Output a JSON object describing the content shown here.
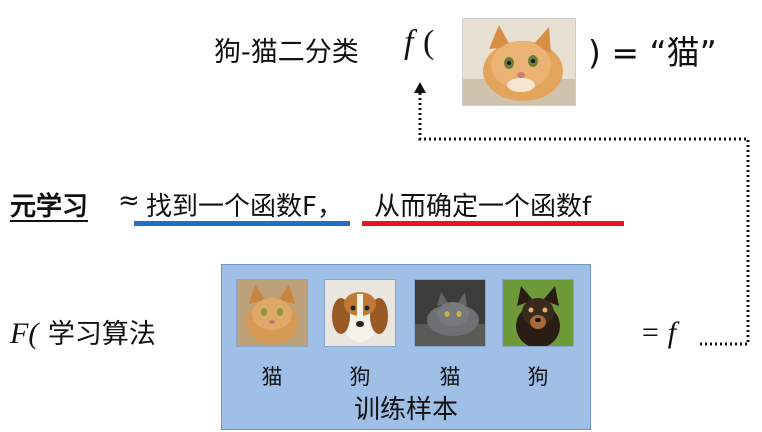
{
  "top_equation": {
    "task_label": "狗-猫二分类",
    "func_name": "f",
    "open_paren": "(",
    "close_result": ") = “猫”"
  },
  "meta_learning": {
    "label": "元学习",
    "approx": "≈",
    "part1": "找到一个函数F，",
    "part2": "从而确定一个函数f",
    "underline_colors": [
      "#1f6fc2",
      "#e8141e"
    ]
  },
  "learning_algorithm": {
    "func_name": "F(",
    "label": "学习算法"
  },
  "training_samples": {
    "caption": "训练样本",
    "samples": [
      {
        "label": "猫",
        "icon": "cat-photo"
      },
      {
        "label": "狗",
        "icon": "dog-photo"
      },
      {
        "label": "猫",
        "icon": "cat-photo"
      },
      {
        "label": "狗",
        "icon": "dog-photo"
      }
    ]
  },
  "result": {
    "text": "= f"
  },
  "colors": {
    "training_box": "#9fbfe6",
    "blue_line": "#1f6fc2",
    "red_line": "#e8141e"
  }
}
